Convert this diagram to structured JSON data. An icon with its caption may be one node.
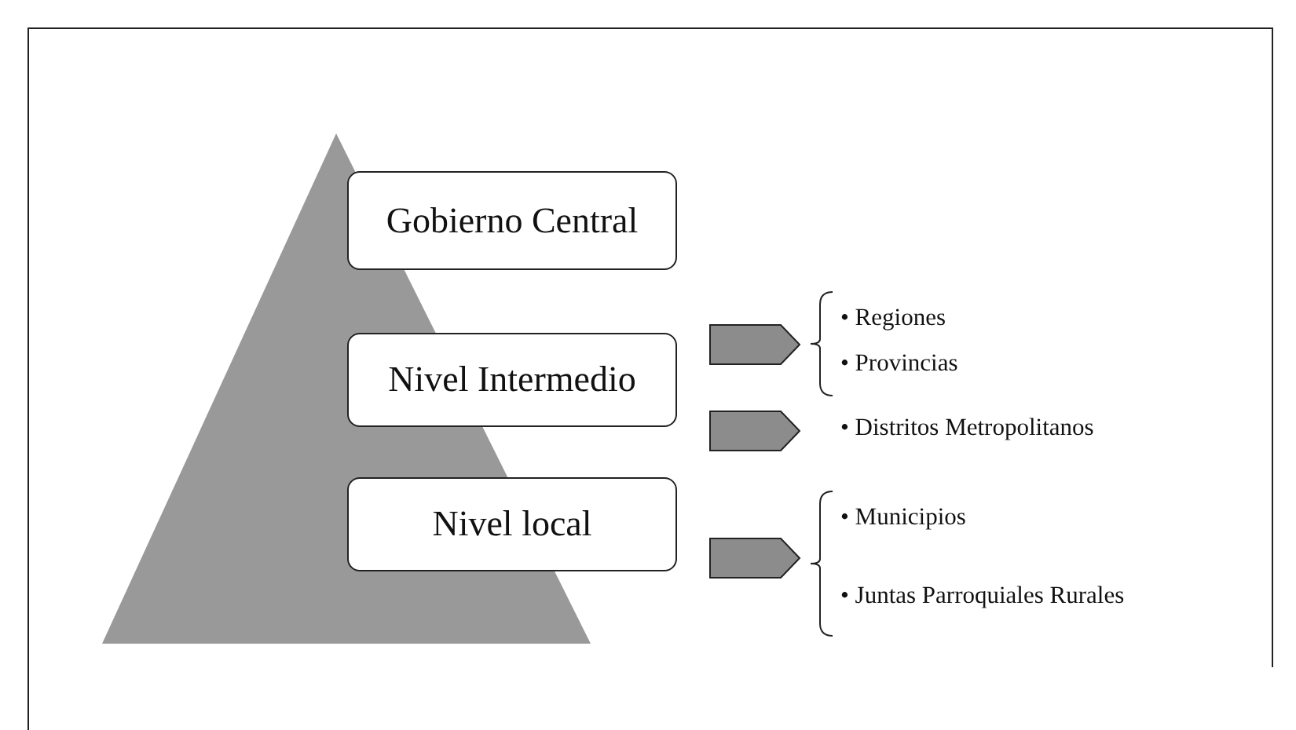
{
  "diagram": {
    "nodes": [
      {
        "text": [
          "Gobierno Central"
        ]
      },
      {
        "text": [
          "Nivel Intermedio"
        ]
      },
      {
        "text": [
          "Nivel local"
        ]
      },
      {
        "text": [
          "• Regiones",
          "• Provincias"
        ]
      },
      {
        "text": [
          "• Distritos Metropolitanos"
        ]
      },
      {
        "text": [
          "• Municipios",
          "• Juntas Parroquiales Rurales"
        ]
      }
    ],
    "edges": [
      {
        "from": 1,
        "to": 3,
        "arrow": "to"
      },
      {
        "from": 1,
        "to": 4,
        "arrow": "to"
      },
      {
        "from": 2,
        "to": 5,
        "arrow": "to"
      }
    ]
  }
}
